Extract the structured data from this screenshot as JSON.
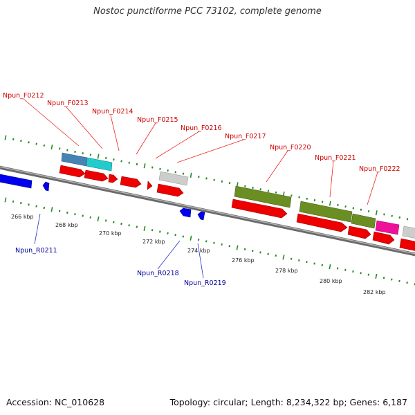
{
  "title": "Nostoc punctiforme PCC 73102, complete genome",
  "footer": {
    "accession": "Accession: NC_010628",
    "summary": "Topology: circular; Length: 8,234,322 bp; Genes: 6,187"
  },
  "colors": {
    "forward_label": "#cc0000",
    "reverse_label": "#000099",
    "backbone": "#808080",
    "gc_ticks": "#228b22",
    "cds": "#ee0000",
    "rrna": "#6b8e23",
    "trna": "#c8c8c8",
    "reverse_cds": "#0000ee",
    "steelblue": "#4682b4",
    "cyan": "#22cccc",
    "magenta": "#ee1199"
  },
  "scale": {
    "unit": "kbp",
    "ticks": [
      "266 kbp",
      "268 kbp",
      "270 kbp",
      "272 kbp",
      "274 kbp",
      "276 kbp",
      "278 kbp",
      "280 kbp",
      "282 kbp"
    ]
  },
  "forward_labels": [
    "Npun_F0212",
    "Npun_F0213",
    "Npun_F0214",
    "Npun_F0215",
    "Npun_F0216",
    "Npun_F0217",
    "Npun_F0220",
    "Npun_F0221",
    "Npun_F0222"
  ],
  "reverse_labels": [
    "Npun_R0211",
    "Npun_R0218",
    "Npun_R0219"
  ]
}
